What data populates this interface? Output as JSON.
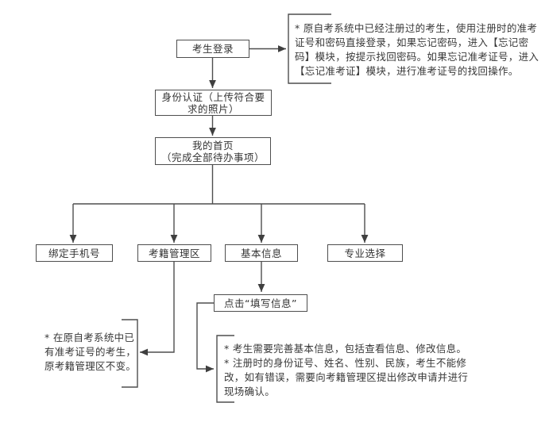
{
  "nodes": {
    "login": "考生登录",
    "identity": "身份认证（上传符合要\n求的照片）",
    "home": "我的首页\n（完成全部待办事项）",
    "bind_phone": "绑定手机号",
    "registry": "考籍管理区",
    "basic_info": "基本信息",
    "major": "专业选择",
    "fill_info": "点击“填写信息”"
  },
  "notes": {
    "login_note": "* 原自考系统中已经注册过的考生，使用注册时的准考\n证号和密码直接登录，如果忘记密码，进入【忘记密\n码】模块，按提示找回密码。如果忘记准考证号，进入\n【忘记准考证】模块，进行准考证号的找回操作。",
    "registry_note": "* 在原自考系统中已\n有准考证号的考生，\n原考籍管理区不变。",
    "basic_info_note": "* 考生需要完善基本信息，包括查看信息、修改信息。\n* 注册时的身份证号、姓名、性别、民族，考生不能修\n改，如有错误，需要向考籍管理区提出修改申请并进行\n现场确认。"
  },
  "colors": {
    "line": "#4e4e4e",
    "arrowhead": "#3f3f3f",
    "text": "#383838",
    "background": "#ffffff"
  }
}
